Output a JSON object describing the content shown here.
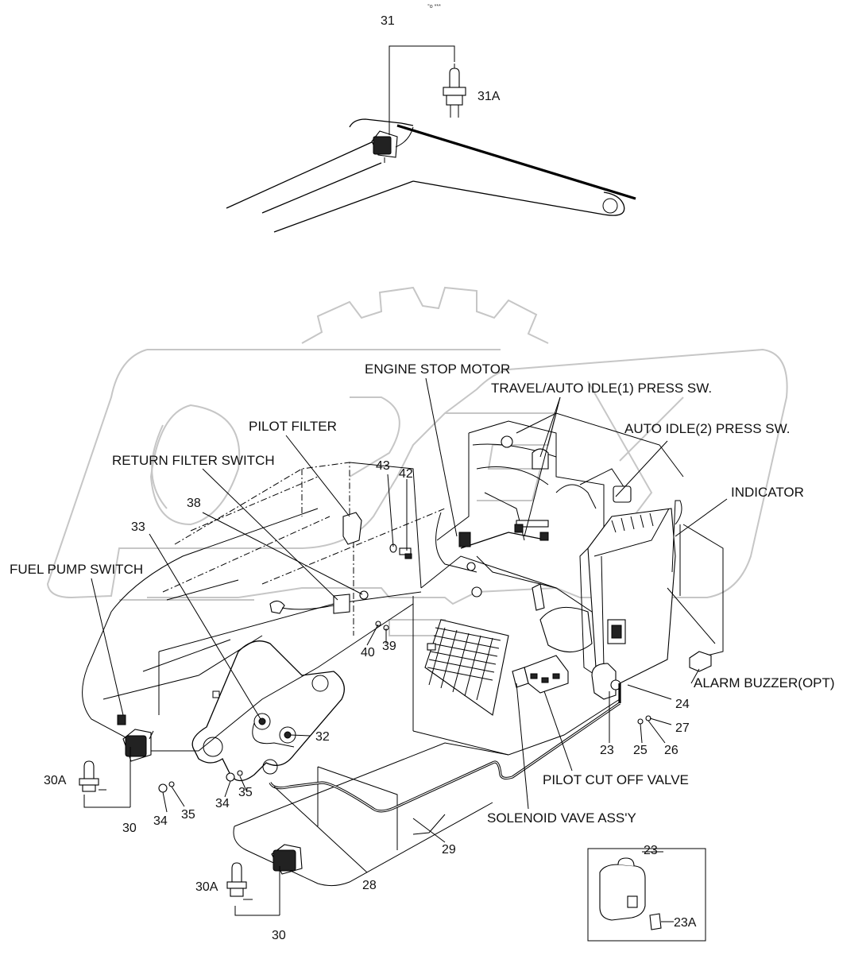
{
  "diagram": {
    "header_mark": "°o ***",
    "watermark": {
      "text": "OPEX",
      "color": "#c6c6c6"
    },
    "labels": {
      "engine_stop_motor": "ENGINE STOP MOTOR",
      "travel_auto_idle_1": "TRAVEL/AUTO IDLE(1) PRESS SW.",
      "auto_idle_2": "AUTO IDLE(2) PRESS SW.",
      "pilot_filter": "PILOT FILTER",
      "return_filter_switch": "RETURN FILTER SWITCH",
      "indicator": "INDICATOR",
      "fuel_pump_switch": "FUEL PUMP SWITCH",
      "alarm_buzzer": "ALARM BUZZER(OPT)",
      "pilot_cut_off_valve": "PILOT CUT OFF VALVE",
      "solenoid_valve_assy": "SOLENOID VAVE ASS'Y"
    },
    "callouts": {
      "p31": "31",
      "p31a": "31A",
      "p43": "43",
      "p42": "42",
      "p38": "38",
      "p33": "33",
      "p40": "40",
      "p39": "39",
      "p32": "32",
      "p24": "24",
      "p27": "27",
      "p23": "23",
      "p25": "25",
      "p26": "26",
      "p30a_upper": "30A",
      "p30_upper": "30",
      "p34_left": "34",
      "p35_left": "35",
      "p34_mid": "34",
      "p35_mid": "35",
      "p29": "29",
      "p28": "28",
      "p30a_lower": "30A",
      "p30_lower": "30",
      "p23_inset": "23",
      "p23a": "23A"
    }
  }
}
